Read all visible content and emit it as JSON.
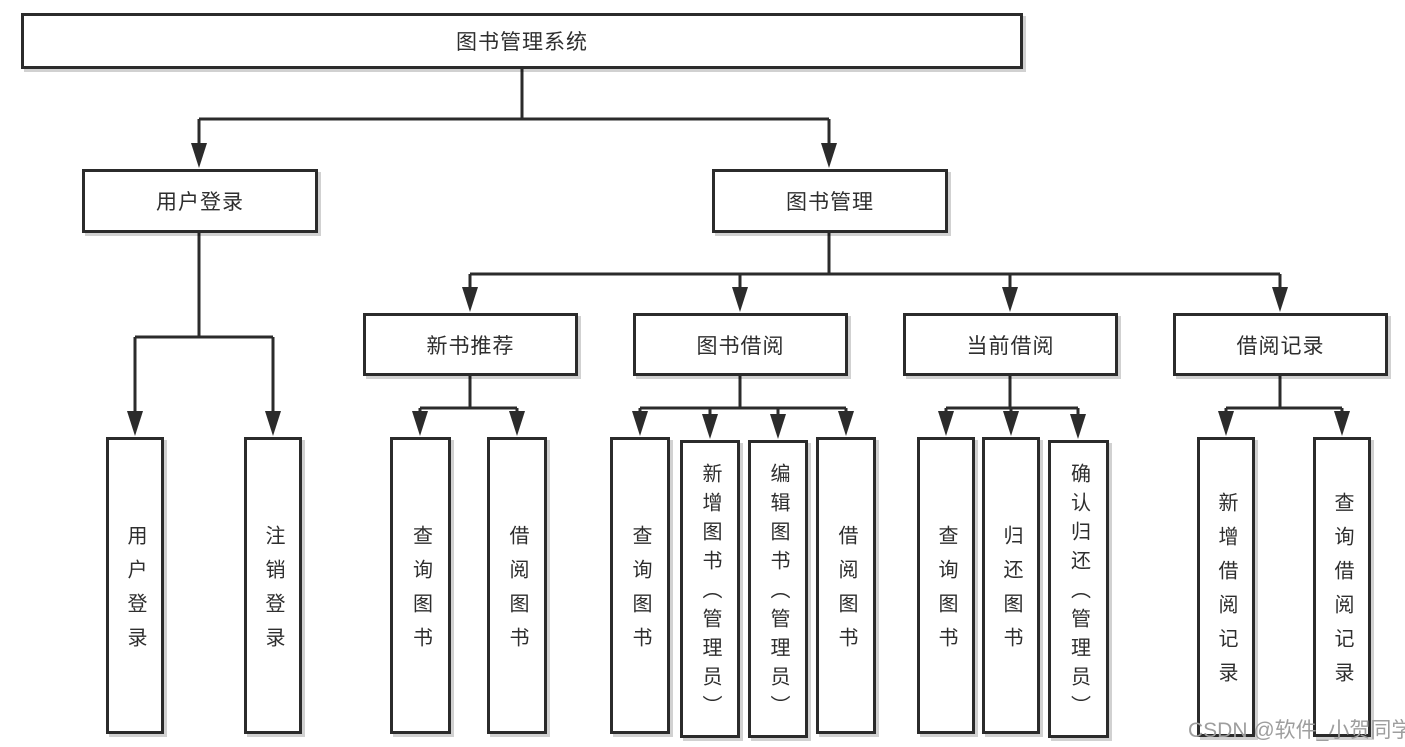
{
  "diagram_title": "图书管理系统",
  "tree": {
    "label": "图书管理系统",
    "children": [
      {
        "label": "用户登录",
        "children": [
          {
            "label": "用户登录"
          },
          {
            "label": "注销登录"
          }
        ]
      },
      {
        "label": "图书管理",
        "children": [
          {
            "label": "新书推荐",
            "children": [
              {
                "label": "查询图书"
              },
              {
                "label": "借阅图书"
              }
            ]
          },
          {
            "label": "图书借阅",
            "children": [
              {
                "label": "查询图书"
              },
              {
                "label": "新增图书（管理员）"
              },
              {
                "label": "编辑图书（管理员）"
              },
              {
                "label": "借阅图书"
              }
            ]
          },
          {
            "label": "当前借阅",
            "children": [
              {
                "label": "查询图书"
              },
              {
                "label": "归还图书"
              },
              {
                "label": "确认归还（管理员）"
              }
            ]
          },
          {
            "label": "借阅记录",
            "children": [
              {
                "label": "新增借阅记录"
              },
              {
                "label": "查询借阅记录"
              }
            ]
          }
        ]
      }
    ]
  },
  "watermark": {
    "text": "CSDN @软件_小贺同学"
  },
  "colors": {
    "background": "#ffffff",
    "line": "#2b2b2b",
    "box_border": "#2b2b2b",
    "box_fill": "#ffffff",
    "text": "#2e2e2e",
    "watermark": "#9e9e9e"
  }
}
